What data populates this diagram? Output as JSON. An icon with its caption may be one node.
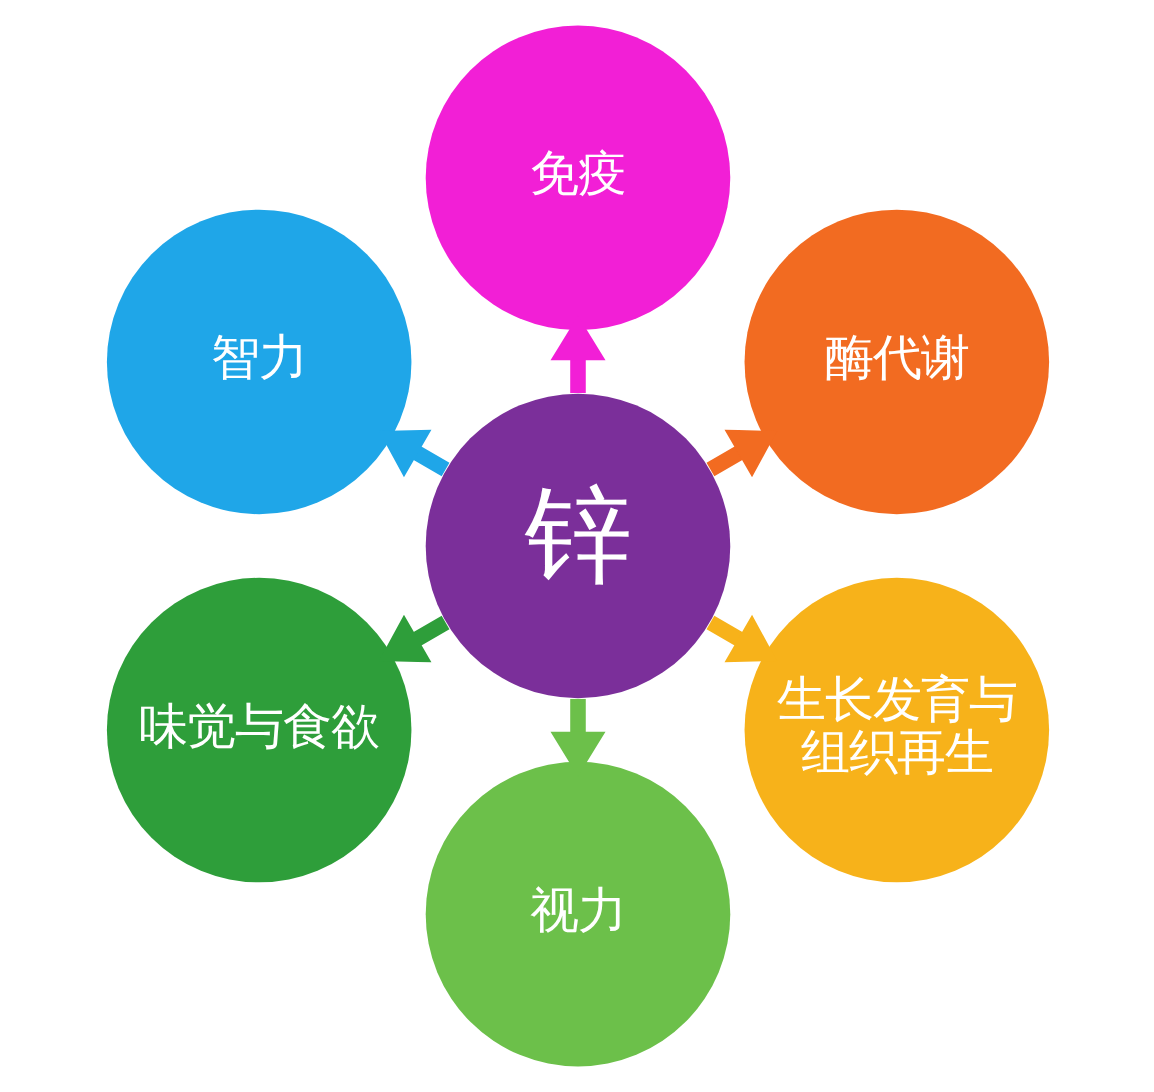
{
  "diagram": {
    "nodes": [
      {
        "text": [
          "锌"
        ]
      },
      {
        "text": [
          "酶代谢"
        ]
      },
      {
        "text": [
          "免疫"
        ]
      },
      {
        "text": [
          "智力"
        ]
      },
      {
        "text": [
          "味觉与食欲"
        ]
      },
      {
        "text": [
          "视力"
        ]
      },
      {
        "text": [
          "生长发育与组织再生"
        ]
      }
    ],
    "edges": [
      {
        "from": 0,
        "to": 1,
        "arrow": "to",
        "color": "#f26b21"
      },
      {
        "from": 0,
        "to": 2,
        "arrow": "to",
        "color": "#f21fd6"
      },
      {
        "from": 0,
        "to": 3,
        "arrow": "to",
        "color": "#1fa6e8"
      },
      {
        "from": 0,
        "to": 4,
        "arrow": "to",
        "color": "#2e9e3a"
      },
      {
        "from": 0,
        "to": 5,
        "arrow": "to",
        "color": "#6cc04a"
      },
      {
        "from": 0,
        "to": 6,
        "arrow": "to",
        "color": "#f7b21a"
      }
    ]
  }
}
